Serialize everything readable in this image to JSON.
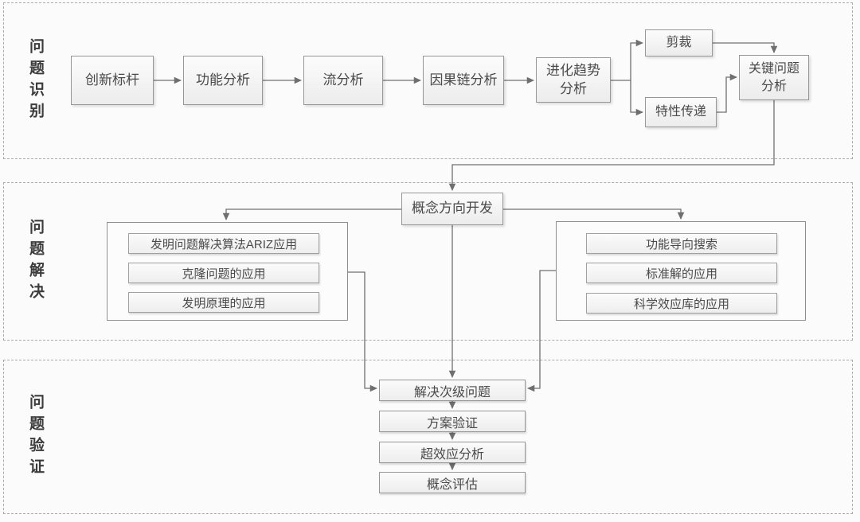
{
  "colors": {
    "background": "#fbfbfb",
    "section_border": "#ababab",
    "box_border": "#979797",
    "box_fill": "#f3f3f3",
    "arrow": "#6f6f6f",
    "text": "#4a4a4a"
  },
  "sections": [
    {
      "label": "问题识别",
      "nodes": [
        "创新标杆",
        "功能分析",
        "流分析",
        "因果链分析",
        "进化趋势分析",
        "剪裁",
        "特性传递",
        "关键问题分析"
      ]
    },
    {
      "label": "问题解决",
      "hub": "概念方向开发",
      "left_group": [
        "发明问题解决算法ARIZ应用",
        "克隆问题的应用",
        "发明原理的应用"
      ],
      "right_group": [
        "功能导向搜索",
        "标准解的应用",
        "科学效应库的应用"
      ]
    },
    {
      "label": "问题验证",
      "chain": [
        "解决次级问题",
        "方案验证",
        "超效应分析",
        "概念评估"
      ]
    }
  ]
}
